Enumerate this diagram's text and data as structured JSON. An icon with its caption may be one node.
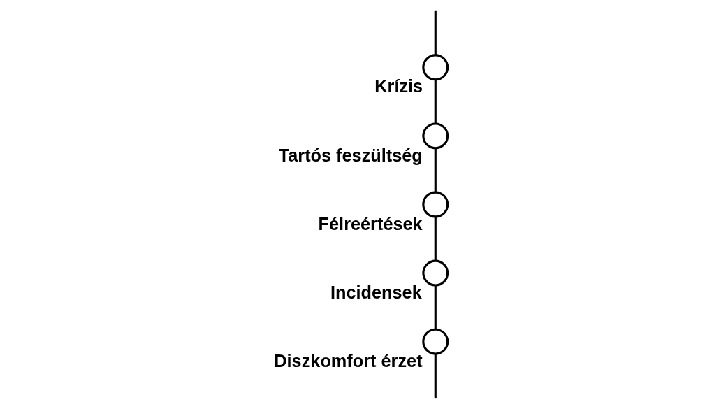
{
  "diagram": {
    "nodes": [
      {
        "text": [],
        "shape": "circle",
        "beside": [
          "Diszkomfort érzet"
        ]
      },
      {
        "text": [],
        "shape": "circle",
        "beside": [
          "Incidensek"
        ]
      },
      {
        "text": [],
        "shape": "circle",
        "beside": [
          "Félreértések"
        ]
      },
      {
        "text": [],
        "shape": "circle",
        "beside": [
          "Tartós feszültség"
        ]
      },
      {
        "text": [],
        "shape": "circle",
        "beside": [
          "Krízis"
        ]
      }
    ],
    "edges": [
      {
        "from": null,
        "to": 0,
        "arrow": "none"
      },
      {
        "from": 0,
        "to": 1,
        "arrow": "none"
      },
      {
        "from": 1,
        "to": 2,
        "arrow": "none"
      },
      {
        "from": 2,
        "to": 3,
        "arrow": "none"
      },
      {
        "from": 3,
        "to": 4,
        "arrow": "none"
      },
      {
        "from": 4,
        "to": null,
        "arrow": "none"
      }
    ]
  }
}
